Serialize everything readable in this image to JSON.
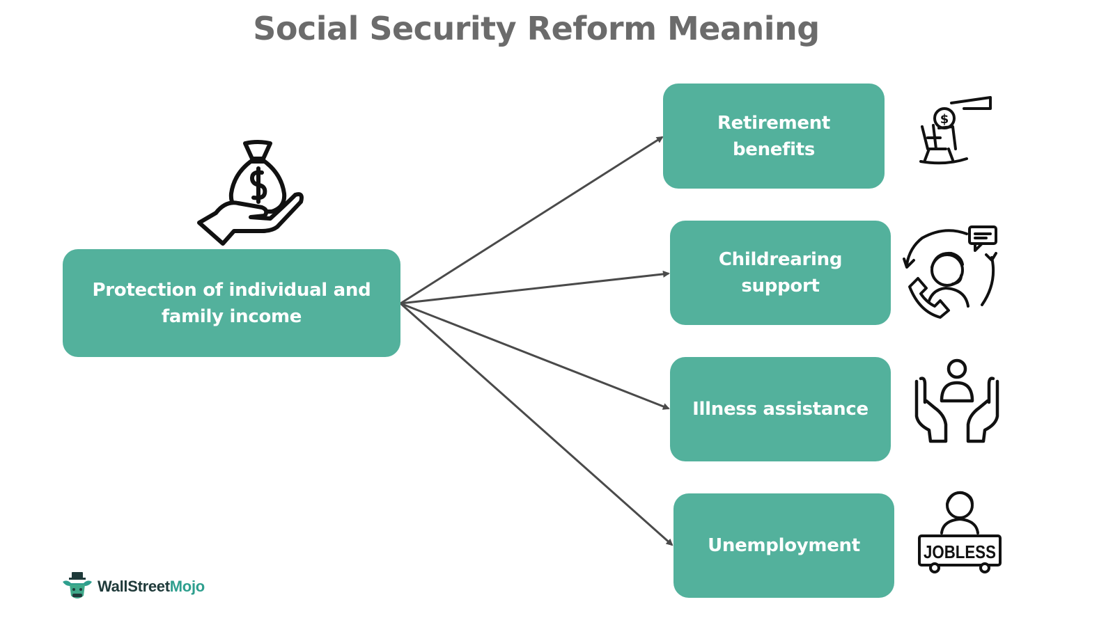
{
  "title": "Social Security Reform Meaning",
  "center": {
    "label": "Protection of individual and family income",
    "icon": "money-bag-hand-icon"
  },
  "branches": [
    {
      "label": "Retirement benefits",
      "icon": "rocking-chair-coin-icon"
    },
    {
      "label": "Childrearing support",
      "icon": "support-agent-icon"
    },
    {
      "label": "Illness assistance",
      "icon": "hands-caring-person-icon"
    },
    {
      "label": "Unemployment",
      "icon": "jobless-sign-icon"
    }
  ],
  "jobless_sign_text": "JOBLESS",
  "logo": {
    "part1": "WallStreet",
    "part2": "Mojo",
    "icon": "bull-mascot-icon"
  },
  "colors": {
    "box": "#53b19c",
    "title": "#6b6b6b",
    "arrow": "#4a4a4a",
    "logo_accent": "#2e9f8e"
  }
}
